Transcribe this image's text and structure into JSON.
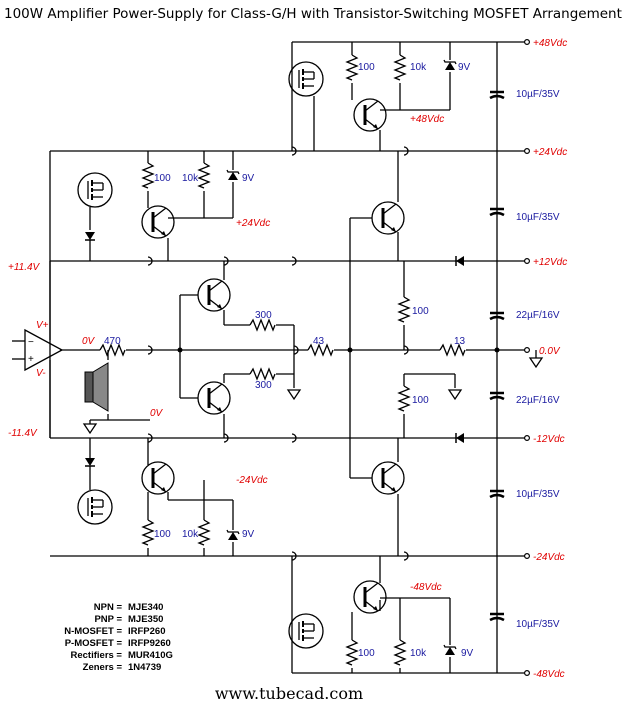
{
  "title": "100W Amplifier Power-Supply for Class-G/H with Transistor-Switching MOSFET Arrangement",
  "website": "www.tubecad.com",
  "rails": {
    "p48": "+48Vdc",
    "p24": "+24Vdc",
    "p12": "+12Vdc",
    "zero": "0.0V",
    "m12": "-12Vdc",
    "m24": "-24Vdc",
    "m48": "-48Vdc"
  },
  "node_labels": {
    "p48_node": "+48Vdc",
    "p24_node": "+24Vdc",
    "m24_node": "-24Vdc",
    "m48_node": "-48Vdc",
    "p11_4": "+11.4V",
    "m11_4": "-11.4V",
    "zero_out": "0V",
    "zero_spk": "0V"
  },
  "opamp": {
    "plus": "V+",
    "minus": "V-"
  },
  "components": {
    "r100": "100",
    "r10k": "10k",
    "r470": "470",
    "r300": "300",
    "r43": "43",
    "r13": "13",
    "z9v": "9V",
    "c10u": "10µF/35V",
    "c22u": "22µF/16V"
  },
  "legend": [
    {
      "key": "NPN =",
      "value": "MJE340"
    },
    {
      "key": "PNP =",
      "value": "MJE350"
    },
    {
      "key": "N-MOSFET =",
      "value": "IRFP260"
    },
    {
      "key": "P-MOSFET =",
      "value": "IRFP9260"
    },
    {
      "key": "Rectifiers =",
      "value": "MUR410G"
    },
    {
      "key": "Zeners =",
      "value": "1N4739"
    }
  ],
  "colors": {
    "rail_label": "#e00000",
    "value_label": "#1a1aa0",
    "wire": "#000000"
  }
}
